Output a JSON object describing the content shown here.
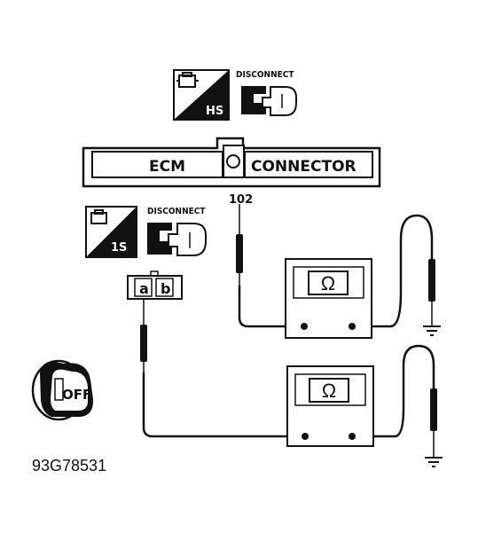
{
  "top_icon": {
    "code": "HS",
    "label": "DISCONNECT"
  },
  "ecm_connector": {
    "left_text": "ECM",
    "right_text": "CONNECTOR"
  },
  "pin_label": "102",
  "mid_icon": {
    "code": "1S",
    "label": "DISCONNECT"
  },
  "sensor_connector": {
    "pin_a": "a",
    "pin_b": "b"
  },
  "meter_top": {
    "symbol": "Ω"
  },
  "meter_bottom": {
    "symbol": "Ω"
  },
  "ignition": {
    "state": "OFF"
  },
  "figure_id": "93G78531"
}
